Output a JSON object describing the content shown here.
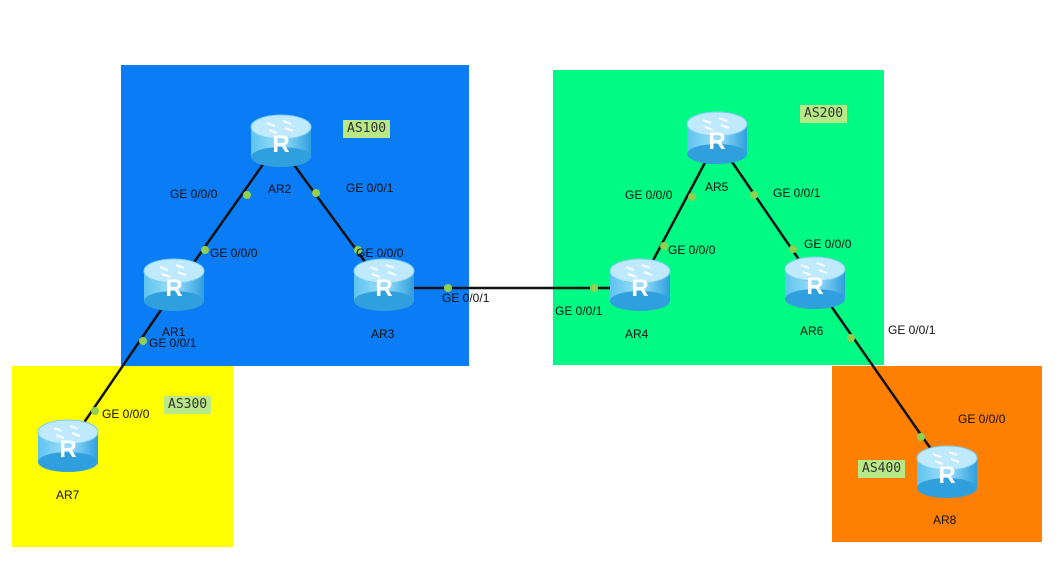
{
  "areas": [
    {
      "id": "as100",
      "label": "AS100",
      "color": "#0a7cf5"
    },
    {
      "id": "as200",
      "label": "AS200",
      "color": "#00fb84"
    },
    {
      "id": "as300",
      "label": "AS300",
      "color": "#ffff00"
    },
    {
      "id": "as400",
      "label": "AS400",
      "color": "#ff7f00"
    }
  ],
  "routers": {
    "ar1": "AR1",
    "ar2": "AR2",
    "ar3": "AR3",
    "ar4": "AR4",
    "ar5": "AR5",
    "ar6": "AR6",
    "ar7": "AR7",
    "ar8": "AR8"
  },
  "ports": {
    "ar2_ge000": "GE 0/0/0",
    "ar2_ge001": "GE 0/0/1",
    "ar1_ge000": "GE 0/0/0",
    "ar1_ge001": "GE 0/0/1",
    "ar3_ge000": "GE 0/0/0",
    "ar3_ge001": "GE 0/0/1",
    "ar4_ge001": "GE 0/0/1",
    "ar4_ge000": "GE 0/0/0",
    "ar5_ge000": "GE 0/0/0",
    "ar5_ge001": "GE 0/0/1",
    "ar6_ge000": "GE 0/0/0",
    "ar6_ge001": "GE 0/0/1",
    "ar7_ge000": "GE 0/0/0",
    "ar8_ge000": "GE 0/0/0"
  },
  "colors": {
    "link": "#111111",
    "port_dot": "#8fd14f",
    "router_body": "#33a9e6",
    "router_top": "#9fdcf7"
  }
}
